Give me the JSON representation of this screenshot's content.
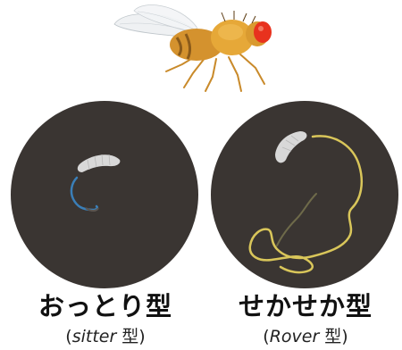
{
  "illustration": {
    "subject": "fruit-fly"
  },
  "sitter": {
    "name": "おっとり型",
    "sub_open": "(",
    "sub_italic": "sitter",
    "sub_suffix": " 型)",
    "track_color": "#3a7fb8"
  },
  "rover": {
    "name": "せかせか型",
    "sub_open": "(",
    "sub_italic": "Rover",
    "sub_suffix": " 型)",
    "track_color": "#d9c65a"
  },
  "colors": {
    "dish": "#3a3532",
    "larva": "#d8d8d8",
    "fly_body": "#e0a23a",
    "fly_eye": "#e8321e"
  }
}
